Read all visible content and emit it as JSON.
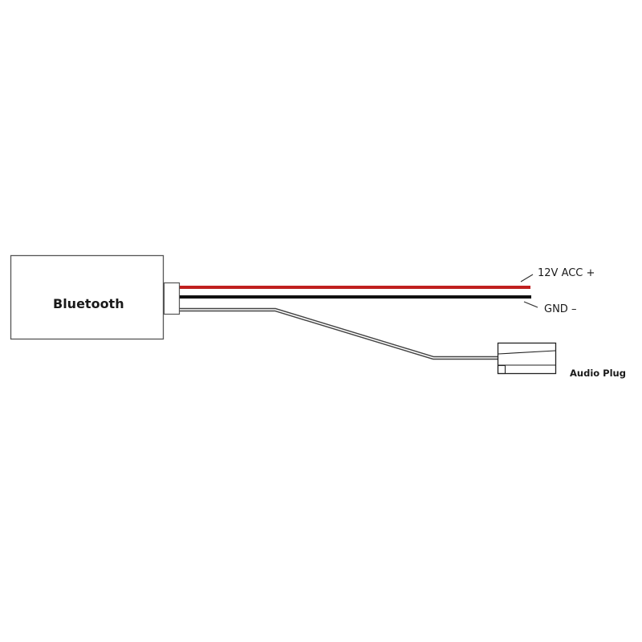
{
  "diagram": {
    "module_label": "Bluetooth",
    "wires": [
      {
        "name": "power",
        "label": "12V ACC +",
        "color": "#c0201f"
      },
      {
        "name": "ground",
        "label": "GND –",
        "color": "#111111"
      },
      {
        "name": "audio",
        "label": "Audio Plug",
        "color": "#ffffff"
      }
    ]
  }
}
